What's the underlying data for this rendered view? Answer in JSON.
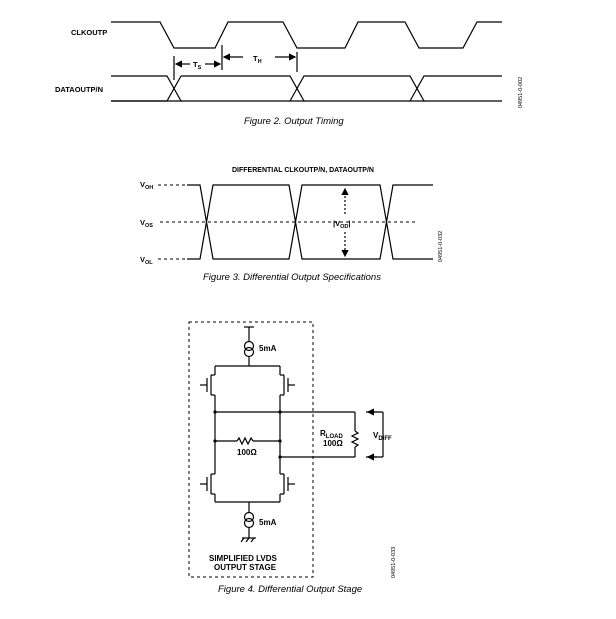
{
  "fig2": {
    "clk_label": "CLKOUTP",
    "data_label": "DATAOUTP/N",
    "ts_label": "T",
    "ts_sub": "S",
    "th_label": "T",
    "th_sub": "H",
    "code": "04951-0-002",
    "caption": "Figure 2. Output Timing"
  },
  "fig3": {
    "title": "DIFFERENTIAL CLKOUTP/N, DATAOUTP/N",
    "voh": "V",
    "voh_sub": "OH",
    "vos": "V",
    "vos_sub": "OS",
    "vol": "V",
    "vol_sub": "OL",
    "vod_pre": "|V",
    "vod_sub": "OD",
    "vod_post": "|",
    "code": "04951-0-032",
    "caption": "Figure 3. Differential Output Specifications"
  },
  "fig4": {
    "current_top": "5mA",
    "current_bottom": "5mA",
    "r_internal": "100Ω",
    "rload": "R",
    "rload_sub": "LOAD",
    "rload_value": "100Ω",
    "vdiff": "V",
    "vdiff_sub": "DIFF",
    "stage_line1": "SIMPLIFIED LVDS",
    "stage_line2": "OUTPUT STAGE",
    "code": "04951-0-033",
    "caption": "Figure 4. Differential Output Stage"
  }
}
